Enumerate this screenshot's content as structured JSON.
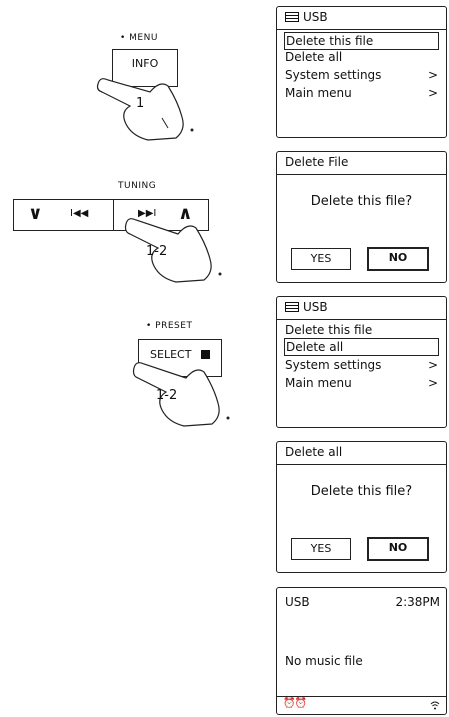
{
  "step1": {
    "dot_label": "MENU",
    "button_label": "INFO",
    "hand_number": "1"
  },
  "step2": {
    "group_label": "TUNING",
    "down_glyph": "∨",
    "up_glyph": "∧",
    "hand_number": "1-2"
  },
  "step3": {
    "dot_label": "PRESET",
    "button_label": "SELECT",
    "hand_number": "1-2"
  },
  "screen1": {
    "title": "USB",
    "items": [
      {
        "label": "Delete this file",
        "arrow": ""
      },
      {
        "label": "Delete all",
        "arrow": ""
      },
      {
        "label": "System settings",
        "arrow": ">"
      },
      {
        "label": "Main menu",
        "arrow": ">"
      }
    ]
  },
  "screen2": {
    "title": "Delete File",
    "question": "Delete this file?",
    "yes": "YES",
    "no": "NO"
  },
  "screen3": {
    "title": "USB",
    "items": [
      {
        "label": "Delete this file",
        "arrow": ""
      },
      {
        "label": "Delete all",
        "arrow": ""
      },
      {
        "label": "System settings",
        "arrow": ">"
      },
      {
        "label": "Main menu",
        "arrow": ">"
      }
    ]
  },
  "screen4": {
    "title": "Delete all",
    "question": "Delete this file?",
    "yes": "YES",
    "no": "NO"
  },
  "screen5": {
    "title": "USB",
    "time": "2:38PM",
    "message": "No music file"
  }
}
